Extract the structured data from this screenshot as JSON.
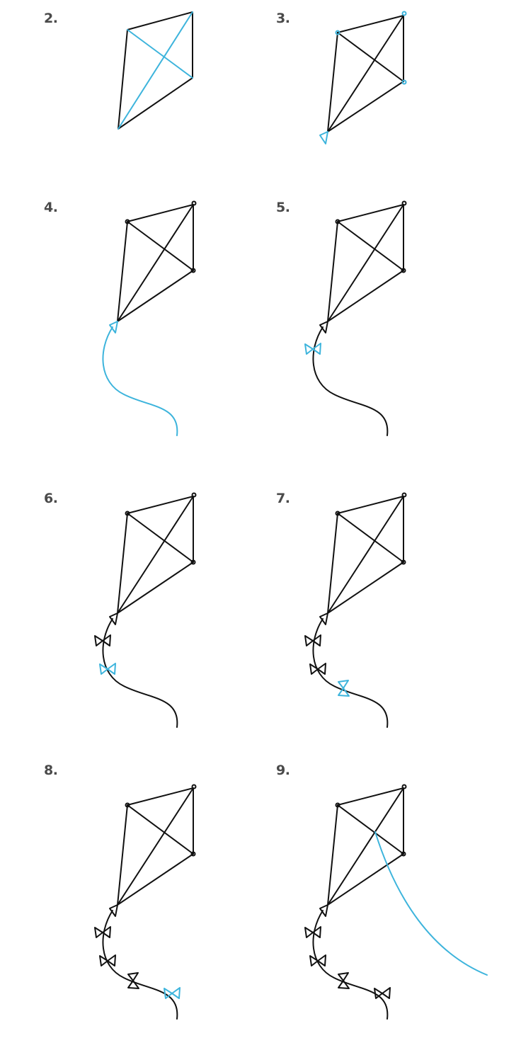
{
  "colors": {
    "ink": "#111111",
    "accent": "#3db4dc",
    "label": "#4a4a4a"
  },
  "steps": [
    {
      "number": "2."
    },
    {
      "number": "3."
    },
    {
      "number": "4."
    },
    {
      "number": "5."
    },
    {
      "number": "6."
    },
    {
      "number": "7."
    },
    {
      "number": "8."
    },
    {
      "number": "9."
    }
  ]
}
